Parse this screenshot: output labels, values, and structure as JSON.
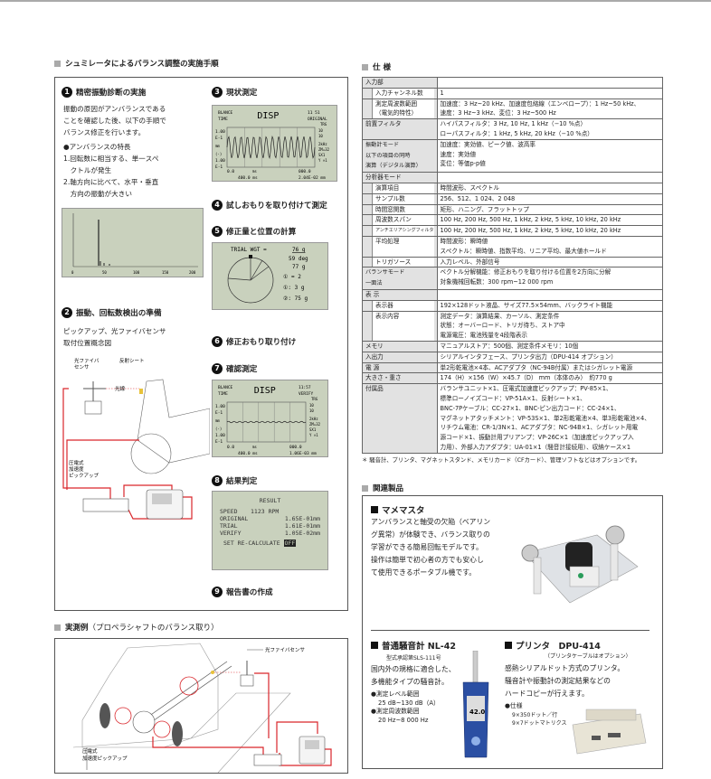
{
  "left": {
    "section_title": "シュミレータによるバランス調整の実施手順",
    "steps": [
      {
        "num": "1",
        "title": "精密振動診断の実施"
      },
      {
        "num": "2",
        "title": "振動、回転数検出の準備"
      },
      {
        "num": "3",
        "title": "現状測定"
      },
      {
        "num": "4",
        "title": "試しおもりを取り付けて測定"
      },
      {
        "num": "5",
        "title": "修正量と位置の計算"
      },
      {
        "num": "6",
        "title": "修正おもり取り付け"
      },
      {
        "num": "7",
        "title": "確認測定"
      },
      {
        "num": "8",
        "title": "結果判定"
      },
      {
        "num": "9",
        "title": "報告書の作成"
      }
    ],
    "step1_text": [
      "振動の原因がアンバランスである",
      "ことを確認した後、以下の手順で",
      "バランス修正を行います。"
    ],
    "features_title": "●アンバランスの特長",
    "features": [
      "1.回転数に相当する、単一スペ",
      "　クトルが発生",
      "2.軸方向に比べて、水平・垂直",
      "　方向の振動が大きい"
    ],
    "spectrum_ticks": [
      "0",
      "50",
      "100",
      "150",
      "200"
    ],
    "step2_text": [
      "ピックアップ、光ファイバセンサ",
      "取付位置概念図"
    ],
    "diagram_labels": {
      "fiber": "光ファイバ\nセンサ",
      "fiber1": "光ファイバ",
      "fiber2": "センサ",
      "sheet": "反射シート",
      "beam": "光線",
      "pickup1": "圧電式",
      "pickup2": "加速度",
      "pickup3": "ピックアップ"
    },
    "lcd3": {
      "mode": "BLANCE",
      "sub": "TIME",
      "title": "DISP",
      "time": "11 51",
      "state": "ORIGINAL",
      "trg": "TRG",
      "y1": "1.00",
      "y1e": "E-1",
      "unit": "mm",
      "neg": "(-)",
      "y2": "1.00",
      "y2e": "E-1",
      "x0": "0.0",
      "xu": "ms",
      "x1": "400.0 ms",
      "r1": "10",
      "r2": "10",
      "r3": "2kHz",
      "r4": "ZM=32",
      "r5": "SX1",
      "r6": "Y ×1",
      "cur": "000.0",
      "val": "2.04E-02 mm"
    },
    "lcd5": {
      "label": "TRIAL WGT =",
      "w": "76 g",
      "deg": "59 deg",
      "g": "77 g",
      "n": "① = 2",
      "a": "①:   3 g",
      "b": "②:  75 g"
    },
    "lcd7": {
      "mode": "BLANCE",
      "sub": "TIME",
      "title": "DISP",
      "time": "11:57",
      "state": "VERIFY",
      "trg": "TRG",
      "y1": "1.00",
      "y1e": "E-1",
      "unit": "mm",
      "neg": "(-)",
      "y2": "1.00",
      "y2e": "E-1",
      "x0": "0.0",
      "xu": "ms",
      "x1": "400.0 ms",
      "r1": "10",
      "r2": "10",
      "r3": "2kHz",
      "r4": "ZM=32",
      "r5": "SX1",
      "r6": "Y ×1",
      "cur": "000.0",
      "val": "1.06E-03 mm"
    },
    "lcd8": {
      "title": "RESULT",
      "speed_l": "SPEED",
      "speed_v": "1123 RPM",
      "orig_l": "ORIGINAL",
      "orig_v": "1.65E-01mm",
      "trial_l": "TRIAL",
      "trial_v": "1.61E-01mm",
      "verify_l": "VERIFY",
      "verify_v": "1.05E-02mm",
      "set": "SET RE-CALCULATE",
      "off": "OFF"
    }
  },
  "example": {
    "section_title": "実測例",
    "section_sub": "（プロペラシャフトのバランス取り）",
    "fiber_label": "光ファイバセンサ",
    "pickup1": "圧電式",
    "pickup2": "加速度ピックアップ"
  },
  "spec": {
    "section_title": "仕 様",
    "rows": [
      {
        "t": "cat",
        "label": "入力部",
        "val": []
      },
      {
        "t": "sub",
        "label": "入力チャンネル数",
        "val": [
          "1"
        ]
      },
      {
        "t": "sub",
        "label": "測定周波数範囲\n（電気的特性）",
        "val": [
          "加速度：3 Hz~20 kHz、加速度包絡線（エンベロープ）：1 Hz~50 kHz、",
          "速度：3 Hz~3 kHz、変位：3 Hz~500 Hz"
        ]
      },
      {
        "t": "top",
        "label": "前置フィルタ",
        "val": [
          "ハイパスフィルタ：3 Hz, 10 Hz, 1 kHz（−10 %点）",
          "ローパスフィルタ：1 kHz, 5 kHz, 20 kHz（−10 %点）"
        ]
      },
      {
        "t": "top",
        "label": "振動計モード\n以下の項目の同時\n演算（デジタル演算）",
        "val": [
          "加速度：実効値、ピーク値、波高率",
          "速度：実効値",
          "変位：等価p-p値"
        ]
      },
      {
        "t": "cat",
        "label": "分析器モード",
        "val": []
      },
      {
        "t": "sub",
        "label": "演算項目",
        "val": [
          "時間波形、スペクトル"
        ]
      },
      {
        "t": "sub",
        "label": "サンプル数",
        "val": [
          "256、512、1 024、2 048"
        ]
      },
      {
        "t": "sub",
        "label": "時間窓関数",
        "val": [
          "矩形、ハニング、フラットトップ"
        ]
      },
      {
        "t": "sub",
        "label": "周波数スパン",
        "val": [
          "100 Hz, 200 Hz, 500 Hz, 1 kHz, 2 kHz, 5 kHz, 10 kHz, 20 kHz"
        ]
      },
      {
        "t": "sub",
        "label": "アンチエリアシングフィルタ",
        "val": [
          "100 Hz, 200 Hz, 500 Hz, 1 kHz, 2 kHz, 5 kHz, 10 kHz, 20 kHz"
        ]
      },
      {
        "t": "sub",
        "label": "平均処理",
        "val": [
          "時間波形：瞬時値",
          "スペクトル：瞬時値、指数平均、リニア平均、最大値ホールド"
        ]
      },
      {
        "t": "sub",
        "label": "トリガソース",
        "val": [
          "入力レベル、外部信号"
        ]
      },
      {
        "t": "top",
        "label": "バランサモード\n一面法",
        "val": [
          "ベクトル分解機能：修正おもりを取り付ける位置を2方向に分解",
          "対象機械回転数：300 rpm~12 000 rpm"
        ]
      },
      {
        "t": "cat",
        "label": "表 示",
        "val": []
      },
      {
        "t": "sub",
        "label": "表示器",
        "val": [
          "192×128ドット液晶、サイズ77.5×54mm、バックライト機能"
        ]
      },
      {
        "t": "sub",
        "label": "表示内容",
        "val": [
          "測定データ：演算結果、カーソル、測定条件",
          "状態：オーバーロード、トリガ待ち、ストア中",
          "電源電圧：電池残量を4段階表示"
        ]
      },
      {
        "t": "top",
        "label": "メモリ",
        "val": [
          "マニュアルストア：500個、測定条件メモリ：10個"
        ]
      },
      {
        "t": "top",
        "label": "入出力",
        "val": [
          "シリアルインタフェース、プリンタ出力（DPU-414 オプション）"
        ]
      },
      {
        "t": "top",
        "label": "電 源",
        "val": [
          "単2形乾電池×4本、ACアダプタ（NC-94B付属）またはシガレット電源"
        ]
      },
      {
        "t": "top",
        "label": "大きさ・重さ",
        "val": [
          "174（H）×156（W）×45.7（D） mm（本体のみ）　約770 g"
        ]
      },
      {
        "t": "top",
        "label": "付属品",
        "val": [
          "バランサユニット×1、圧電式加速度ピックアップ：PV-85×1、",
          "標準ローノイズコード：VP-51A×1、反射シート×1、",
          "BNC-7Pケーブル：CC-27×1、BNC-ピン出力コード：CC-24×1、",
          "マグネットアタッチメント：VP-53S×1、単2形乾電池×4、単3形乾電池×4、",
          "リチウム電池：CR-1/3N×1、ACアダプタ：NC-94B×1、シガレット用電",
          "源コード×1、振動計用プリアンプ：VP-26C×1（加速度ピックアップ入",
          "力用）、外部入力アダプタ：UA-01×1（騒音計接続用）、収納ケース×1"
        ]
      }
    ],
    "footnote": "＊ 騒音計、プリンタ、マグネットスタンド、メモリカード（CFカード）、管理ソフトなどはオプションです。"
  },
  "related": {
    "section_title": "関連製品",
    "mamemasuta": {
      "title": "マメマスタ",
      "text": [
        "アンバランスと軸受の欠陥（ベアリン",
        "グ異常）が体験でき、バランス取りの",
        "学習ができる簡易回転モデルです。",
        "操作は簡単で初心者の方でも安心し",
        "て使用できるポータブル機です。"
      ]
    },
    "nl42": {
      "title": "普通騒音計 NL-42",
      "approval": "型式承認第SLS-111号",
      "text": [
        "国内外の規格に適合した、",
        "多機能タイプの騒音計。"
      ],
      "spec1_title": "●測定レベル範囲",
      "spec1": "25 dB~130 dB（A）",
      "spec2_title": "●測定周波数範囲",
      "spec2": "20 Hz~8 000 Hz",
      "display": "42.0"
    },
    "dpu414": {
      "title": "プリンタ　DPU-414",
      "note": "（プリンタケーブルはオプション）",
      "text": [
        "感熱シリアルドット方式のプリンタ。",
        "騒音計や振動計の測定結果などの",
        "ハードコピーが行えます。"
      ],
      "spec_title": "●仕様",
      "spec": [
        "9×350ドット／行",
        "9×7ドットマトリクス"
      ]
    }
  },
  "colors": {
    "red": "#d9262b",
    "lcd": "#c9d1bd",
    "gray": "#aaaaaa"
  }
}
